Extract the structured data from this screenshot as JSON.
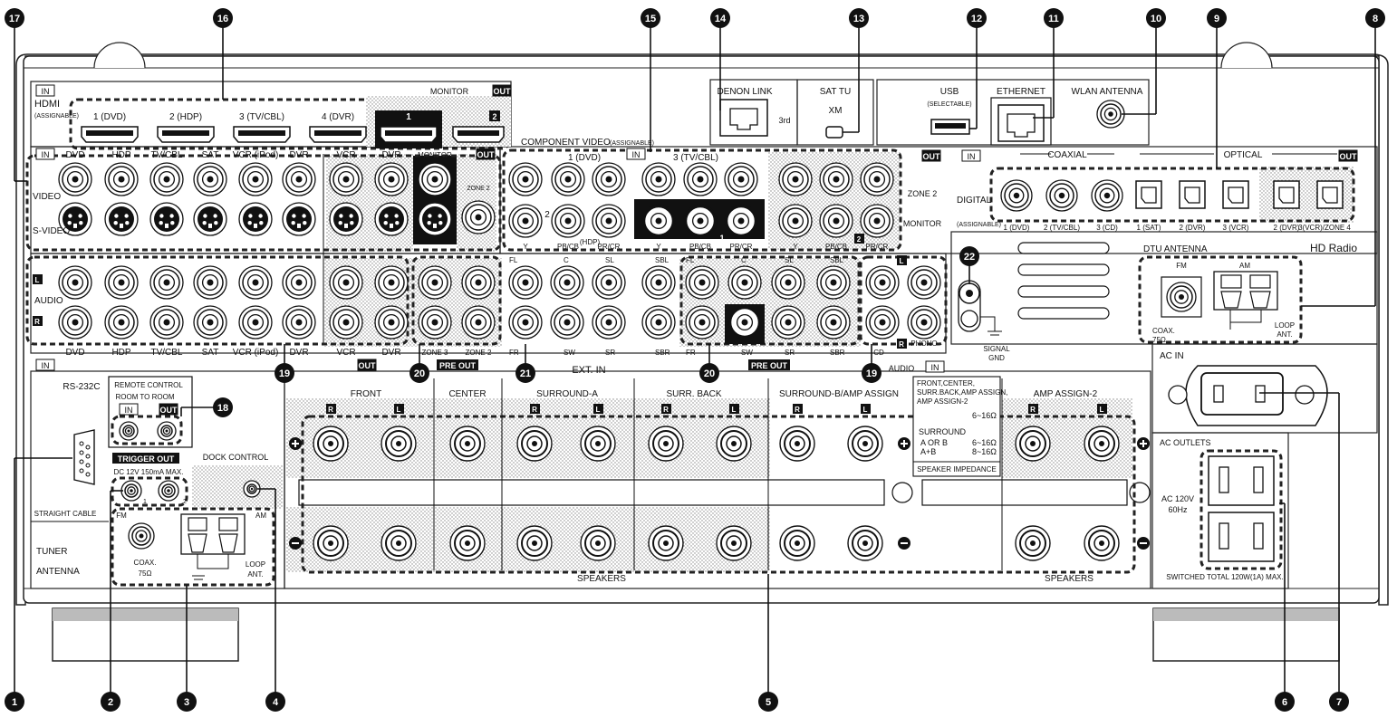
{
  "callouts": [
    "1",
    "2",
    "3",
    "4",
    "5",
    "6",
    "7",
    "8",
    "9",
    "10",
    "11",
    "12",
    "13",
    "14",
    "15",
    "16",
    "17",
    "18",
    "19",
    "20",
    "21",
    "22"
  ],
  "hdmi": {
    "in_badge": "IN",
    "out_badge": "OUT",
    "title": "HDMI",
    "sub": "(ASSIGNABLE)",
    "monitor": "MONITOR",
    "inputs": [
      "1    (DVD)",
      "2    (HDP)",
      "3    (TV/CBL)",
      "4    (DVR)"
    ],
    "mon1": "1",
    "mon2": "2"
  },
  "video": {
    "in_badge": "IN",
    "out_badge": "OUT",
    "video_label": "VIDEO",
    "svideo_label": "S-VIDEO",
    "columns": [
      "DVD",
      "HDP",
      "TV/CBL",
      "SAT",
      "VCR (iPod)",
      "DVR",
      "VCR",
      "DVR",
      "MONITOR"
    ],
    "zone2": "ZONE 2"
  },
  "component": {
    "title": "COMPONENT VIDEO",
    "sub": "(ASSIGNABLE)",
    "in_badge": "IN",
    "out_badge": "OUT",
    "in1": "1          (DVD)",
    "in3": "3          (TV/CBL)",
    "in2": "2",
    "hdp": "(HDP)",
    "y": "Y",
    "pb": "PB/CB",
    "pr": "PR/CR",
    "mon1": "1",
    "mon2": "2",
    "zone2": "ZONE 2",
    "monitor": "MONITOR"
  },
  "audio": {
    "label": "AUDIO",
    "l": "L",
    "r": "R",
    "in_badge": "IN",
    "out_badge": "OUT",
    "columns": [
      "DVD",
      "HDP",
      "TV/CBL",
      "SAT",
      "VCR (iPod)",
      "DVR",
      "VCR",
      "DVR"
    ],
    "zone3": "ZONE 3",
    "zone2": "ZONE 2",
    "pre_out": "PRE OUT",
    "ext_top": [
      "FL",
      "C",
      "SL",
      "SBL"
    ],
    "ext_bottom": [
      "FR",
      "SW",
      "SR",
      "SBR"
    ],
    "ext_in": "EXT. IN",
    "pre_top": [
      "FL",
      "C",
      "SL",
      "SBL"
    ],
    "pre_bottom": [
      "FR",
      "SW",
      "SR",
      "SBR"
    ],
    "pre_out2": "PRE OUT",
    "phono": "PHONO",
    "cd": "CD",
    "audio_in": "AUDIO",
    "in2": "IN"
  },
  "top_right": {
    "denon_link": "DENON LINK",
    "third": "3rd",
    "sat_tu": "SAT TU",
    "xm": "XM",
    "usb": "USB",
    "usb_sub": "(SELECTABLE)",
    "ethernet": "ETHERNET",
    "wlan": "WLAN ANTENNA"
  },
  "digital": {
    "in_badge": "IN",
    "out_badge": "OUT",
    "coaxial": "COAXIAL",
    "optical": "OPTICAL",
    "label": "DIGITAL",
    "sub": "(ASSIGNABLE)",
    "ports": [
      "1 (DVD)",
      "2 (TV/CBL)",
      "3  (CD)",
      "1  (SAT)",
      "2 (DVR)",
      "3  (VCR)",
      "2 (DVR)",
      "3(VCR)/ZONE 4"
    ]
  },
  "dtu": {
    "title": "DTU  ANTENNA",
    "hd": "HD Radio",
    "fm": "FM",
    "am": "AM",
    "coax": "COAX.",
    "ohm": "75Ω",
    "loop": "LOOP",
    "ant": "ANT."
  },
  "signal_gnd": [
    "SIGNAL",
    "GND"
  ],
  "lower_left": {
    "rs232c": "RS-232C",
    "straight": "STRAIGHT CABLE",
    "remote": "REMOTE CONTROL",
    "room": "ROOM TO ROOM",
    "in": "IN",
    "out": "OUT",
    "trigger": "TRIGGER OUT",
    "trigger_spec": "DC 12V 150mA MAX.",
    "t1": "1",
    "t2": "2",
    "dock": "DOCK CONTROL",
    "tuner": "TUNER",
    "antenna": "ANTENNA",
    "fm": "FM",
    "am": "AM",
    "coax": "COAX.",
    "ohm": "75Ω",
    "loop": "LOOP",
    "ant": "ANT."
  },
  "speakers": {
    "groups": [
      "FRONT",
      "CENTER",
      "SURROUND-A",
      "SURR. BACK",
      "SURROUND-B/AMP ASSIGN",
      "AMP ASSIGN-2"
    ],
    "r": "R",
    "l": "L",
    "label": "SPEAKERS",
    "imp_head": "FRONT,CENTER,",
    "imp_head2": "SURR.BACK,AMP ASSIGN,",
    "imp_head3": "AMP ASSIGN-2",
    "imp_range": "6~16Ω",
    "surround": "SURROUND",
    "aorb": "A OR B",
    "aorb_v": "6~16Ω",
    "apb": "A+B",
    "apb_v": "8~16Ω",
    "imp_title": "SPEAKER IMPEDANCE"
  },
  "ac": {
    "ac_in": "AC IN",
    "outlets": "AC OUTLETS",
    "volt": "AC 120V",
    "hz": "60Hz",
    "switched": "SWITCHED TOTAL 120W(1A) MAX."
  }
}
